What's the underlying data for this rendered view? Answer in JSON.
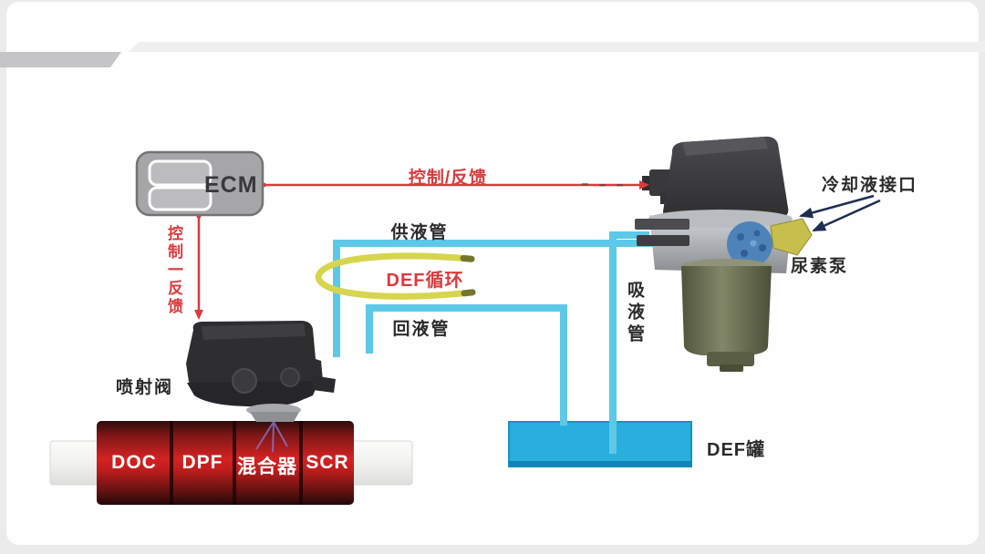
{
  "diagram": {
    "ecm": {
      "label": "ECM"
    },
    "connections": {
      "control_feedback_horizontal": "控制/反馈",
      "control_feedback_vertical": "控制一反馈",
      "supply_line": "供液管",
      "def_circulation": "DEF循环",
      "return_line": "回液管",
      "suction_line": "吸液管"
    },
    "components": {
      "coolant_port": "冷却液接口",
      "urea_pump": "尿素泵",
      "injection_valve": "喷射阀",
      "def_tank": "DEF罐"
    },
    "exhaust": {
      "sections": [
        {
          "label": "DOC"
        },
        {
          "label": "DPF"
        },
        {
          "label": "混合器"
        },
        {
          "label": "SCR"
        }
      ]
    },
    "colors": {
      "control_red": "#d93b3d",
      "line_cyan": "#5ec8e8",
      "tank_blue": "#2aaede",
      "hose_yellow": "#d7d54d",
      "annotation_navy": "#1e2d52",
      "exhaust_red": "#d42222"
    }
  }
}
